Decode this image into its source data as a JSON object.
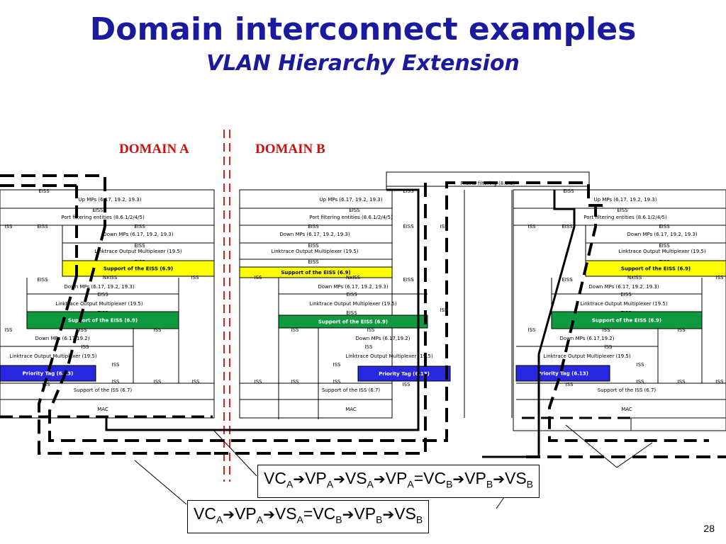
{
  "title": "Domain interconnect examples",
  "subtitle": "VLAN Hierarchy Extension",
  "domains": {
    "a": "DOMAIN A",
    "b": "DOMAIN B"
  },
  "page_number": "28",
  "formula_top": [
    "VC",
    "A",
    "➔",
    "VP",
    "A",
    "➔",
    "VS",
    "A",
    "➔",
    "VP",
    "A",
    "=VC",
    "B",
    "➔",
    "VP",
    "B",
    "➔",
    "VS",
    "B"
  ],
  "formula_bottom": [
    "VC",
    "A",
    "➔",
    "VP",
    "A",
    "➔",
    "VS",
    "A",
    "=VC",
    "B",
    "➔",
    "VP",
    "B",
    "➔",
    "VS",
    "B"
  ],
  "labels": {
    "eiss": "EISS",
    "iss": "ISS",
    "nxiss": "NxISS",
    "mac": "MAC",
    "up_mps": "Up MPs (6.17, 19.2, 19.3)",
    "port_filtering": "Port filtering entities (8.6.1/2/4/5)",
    "down_mps": "Down MPs (6.17, 19.2, 19.3)",
    "down_mps_short": "Down MPs (6.17,19.2)",
    "linktrace": "Linktrace Output Multiplexer (19.5)",
    "support_eiss": "Support of the EISS (6.9)",
    "support_iss": "Support of the ISS (6.7)",
    "priority_tag": "Priority Tag (6.13)",
    "frame_filtering": "Frame filtering (8.6.3)"
  },
  "colors": {
    "title": "#1a1a9c",
    "domain": "#cc1010",
    "yellow": "#ffff00",
    "green": "#109a40",
    "blue": "#2828e0",
    "divider": "#e02020"
  }
}
